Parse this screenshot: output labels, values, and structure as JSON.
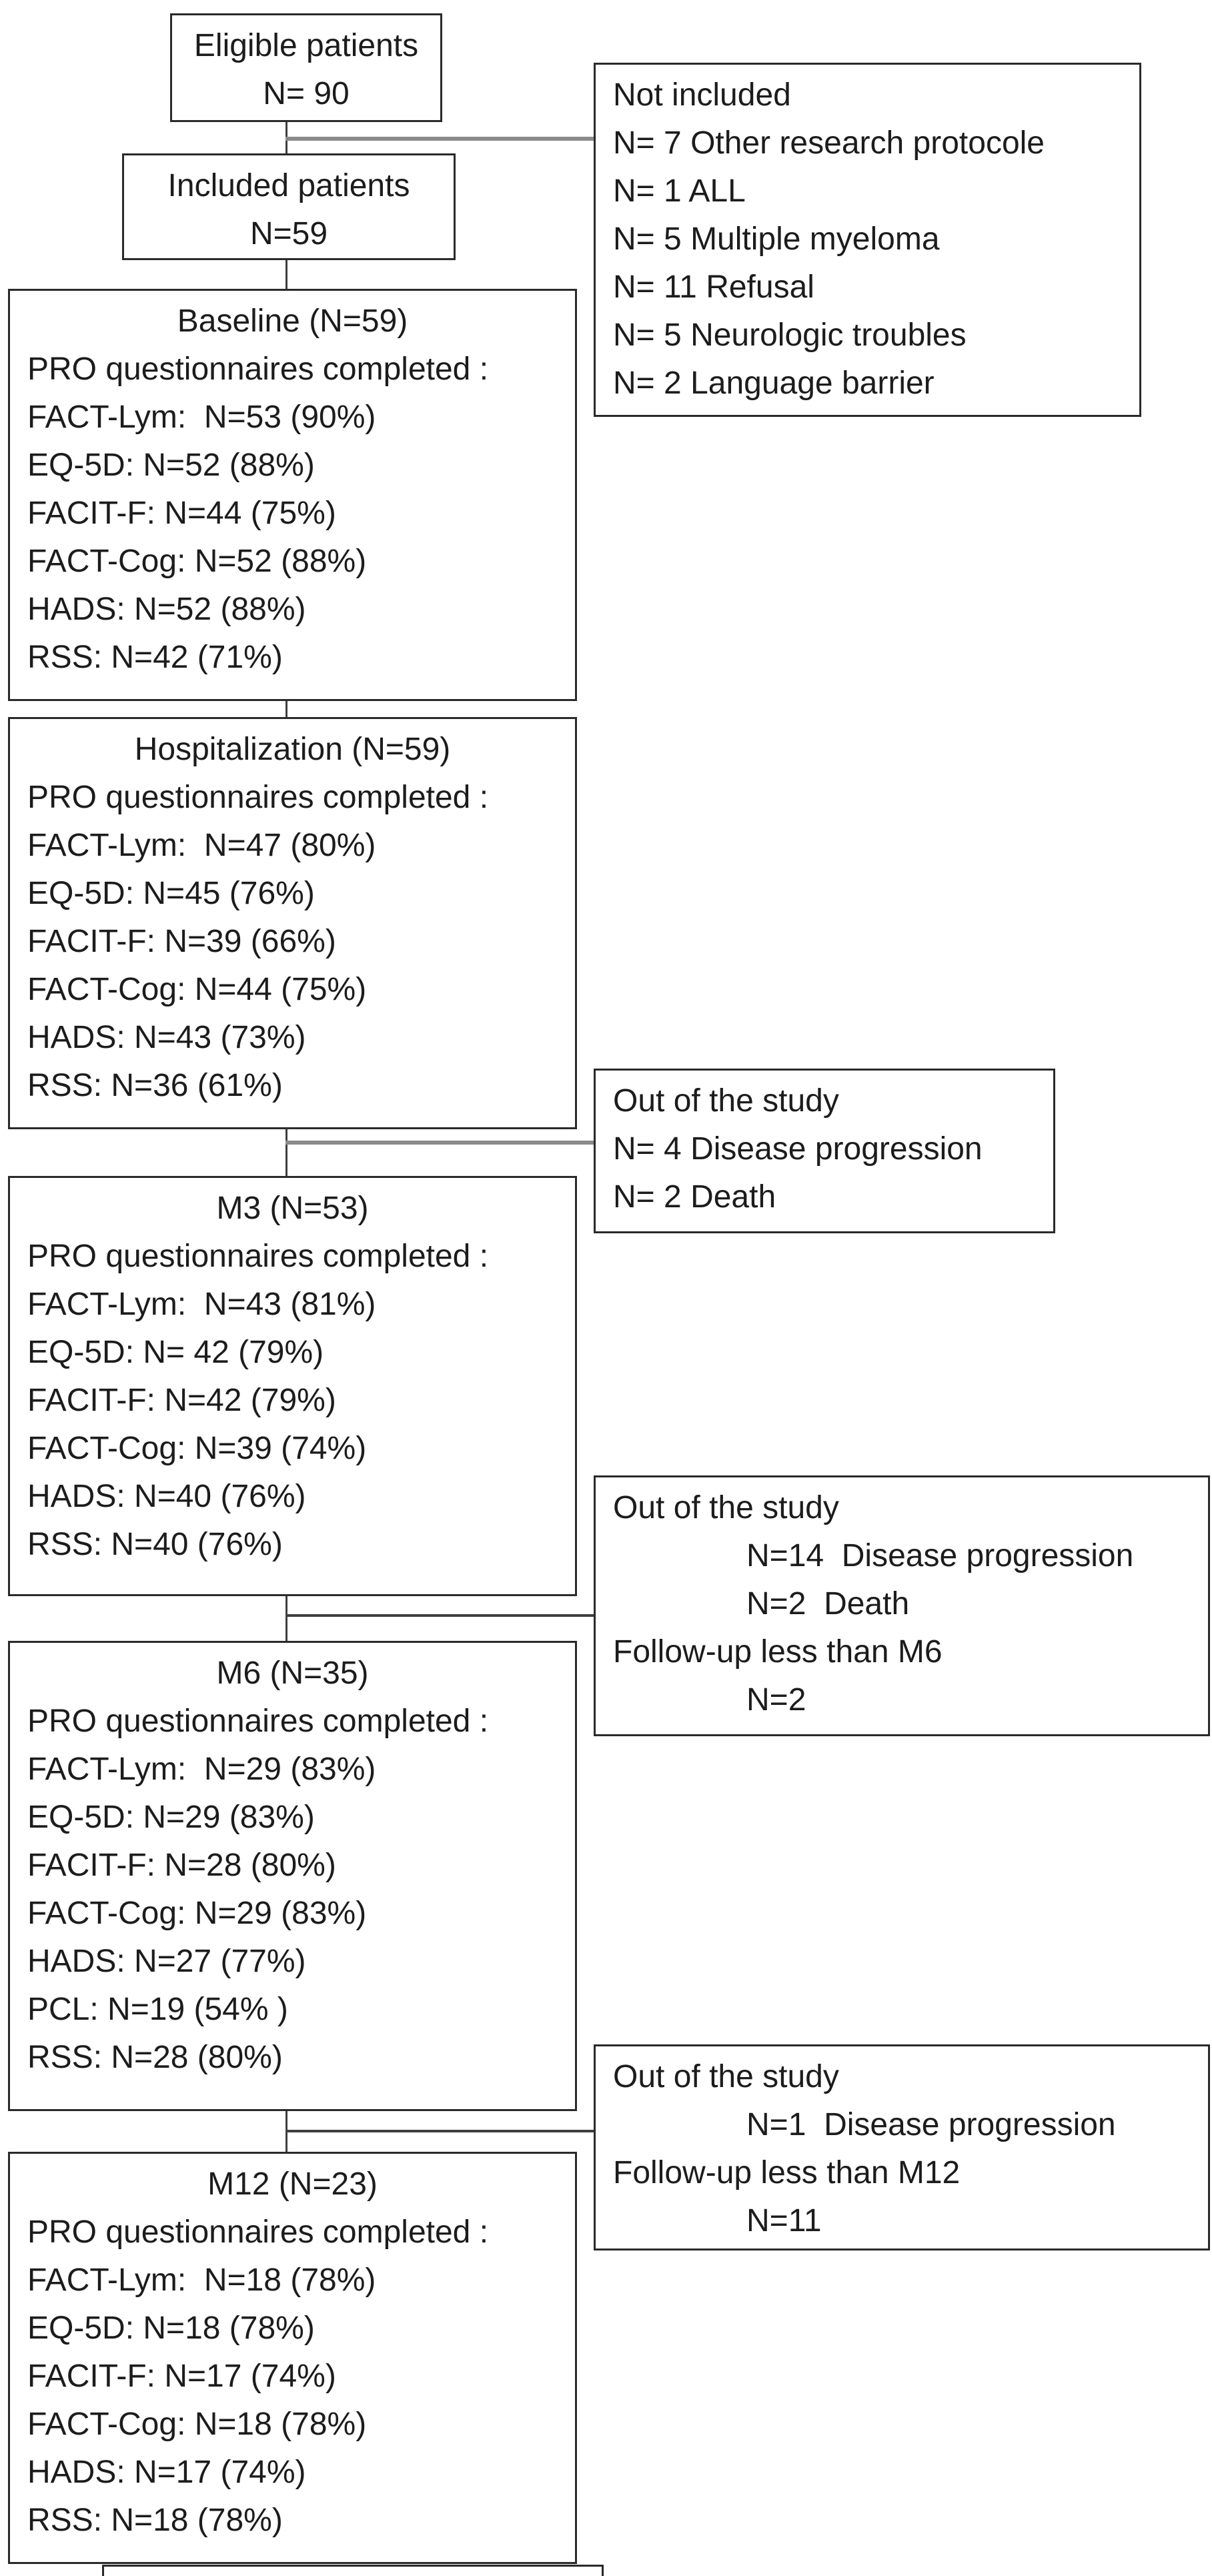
{
  "page": {
    "background_color": "#ffffff",
    "box_border_color": "#2a2a2a",
    "text_color": "#1c1c1c",
    "connector_color": "#3f3f3f",
    "connector_gray_color": "#8a8a8a"
  },
  "boxes": {
    "eligible": {
      "lines": [
        "Eligible patients",
        "N= 90"
      ]
    },
    "not_included": {
      "lines": [
        "Not included",
        "N= 7 Other research protocole",
        "N= 1 ALL",
        "N= 5 Multiple myeloma",
        "N= 11 Refusal",
        "N= 5 Neurologic troubles",
        "N= 2 Language barrier"
      ]
    },
    "included": {
      "lines": [
        "Included patients",
        "N=59"
      ]
    },
    "baseline": {
      "title": "Baseline (N=59)",
      "lines": [
        "PRO questionnaires completed :",
        "FACT-Lym:  N=53 (90%)",
        "EQ-5D: N=52 (88%)",
        "FACIT-F: N=44 (75%)",
        "FACT-Cog: N=52 (88%)",
        "HADS: N=52 (88%)",
        "RSS: N=42 (71%)"
      ]
    },
    "hospitalization": {
      "title": "Hospitalization (N=59)",
      "lines": [
        "PRO questionnaires completed :",
        "FACT-Lym:  N=47 (80%)",
        "EQ-5D: N=45 (76%)",
        "FACIT-F: N=39 (66%)",
        "FACT-Cog: N=44 (75%)",
        "HADS: N=43 (73%)",
        "RSS: N=36 (61%)"
      ]
    },
    "out_study_1": {
      "lines": [
        "Out of the study",
        "N= 4 Disease progression",
        "N= 2 Death"
      ]
    },
    "m3": {
      "title": "M3 (N=53)",
      "lines": [
        "PRO questionnaires completed :",
        "FACT-Lym:  N=43 (81%)",
        "EQ-5D: N= 42 (79%)",
        "FACIT-F: N=42 (79%)",
        "FACT-Cog: N=39 (74%)",
        "HADS: N=40 (76%)",
        "RSS: N=40 (76%)"
      ]
    },
    "out_study_2": {
      "lines": [
        {
          "text": "Out of the study"
        },
        {
          "text": "N=14  Disease progression",
          "indent": true
        },
        {
          "text": "N=2  Death",
          "indent": true
        },
        {
          "text": "Follow-up less than M6"
        },
        {
          "text": "N=2",
          "indent": true
        }
      ]
    },
    "m6": {
      "title": "M6 (N=35)",
      "lines": [
        "PRO questionnaires completed :",
        "FACT-Lym:  N=29 (83%)",
        "EQ-5D: N=29 (83%)",
        "FACIT-F: N=28 (80%)",
        "FACT-Cog: N=29 (83%)",
        "HADS: N=27 (77%)",
        "PCL: N=19 (54% )",
        "RSS: N=28 (80%)"
      ]
    },
    "out_study_3": {
      "lines": [
        {
          "text": "Out of the study"
        },
        {
          "text": "N=1  Disease progression",
          "indent": true
        },
        {
          "text": "Follow-up less than M12"
        },
        {
          "text": "N=11",
          "indent": true
        }
      ]
    },
    "m12": {
      "title": "M12 (N=23)",
      "lines": [
        "PRO questionnaires completed :",
        "FACT-Lym:  N=18 (78%)",
        "EQ-5D: N=18 (78%)",
        "FACIT-F: N=17 (74%)",
        "FACT-Cog: N=18 (78%)",
        "HADS: N=17 (74%)",
        "RSS: N=18 (78%)"
      ]
    }
  }
}
